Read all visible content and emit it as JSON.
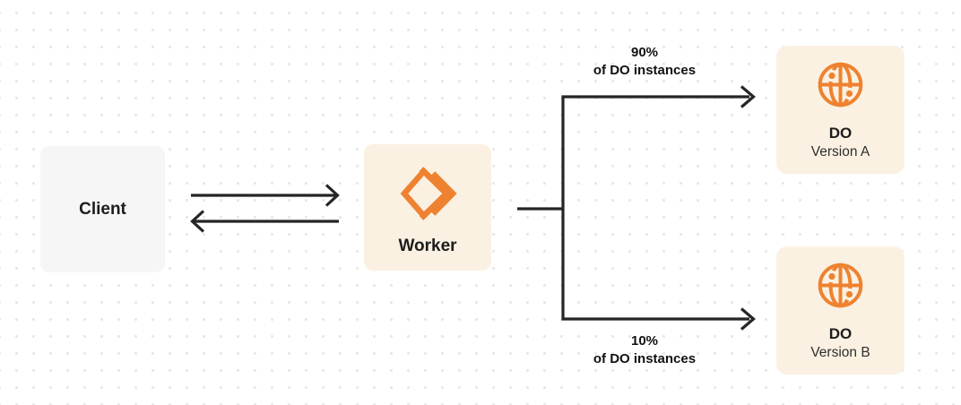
{
  "diagram": {
    "nodes": {
      "client": {
        "label": "Client"
      },
      "worker": {
        "label": "Worker",
        "icon": "cloudflare-workers-icon"
      },
      "do_a": {
        "title": "DO",
        "subtitle": "Version A",
        "icon": "durable-object-globe-icon"
      },
      "do_b": {
        "title": "DO",
        "subtitle": "Version B",
        "icon": "durable-object-globe-icon"
      }
    },
    "edges": {
      "client_worker": {
        "type": "bidirectional-arrows"
      },
      "worker_do_a": {
        "label_line1": "90%",
        "label_line2": "of DO instances"
      },
      "worker_do_b": {
        "label_line1": "10%",
        "label_line2": "of DO instances"
      }
    },
    "colors": {
      "orange": "#EE8230",
      "cream": "#FBF1E2",
      "light_gray": "#F6F6F7",
      "line": "#252525",
      "text": "#1C1C1C",
      "subtext": "#2E2E2E",
      "dot_grid": "#E8E8E8",
      "background": "#FFFFFF"
    }
  }
}
